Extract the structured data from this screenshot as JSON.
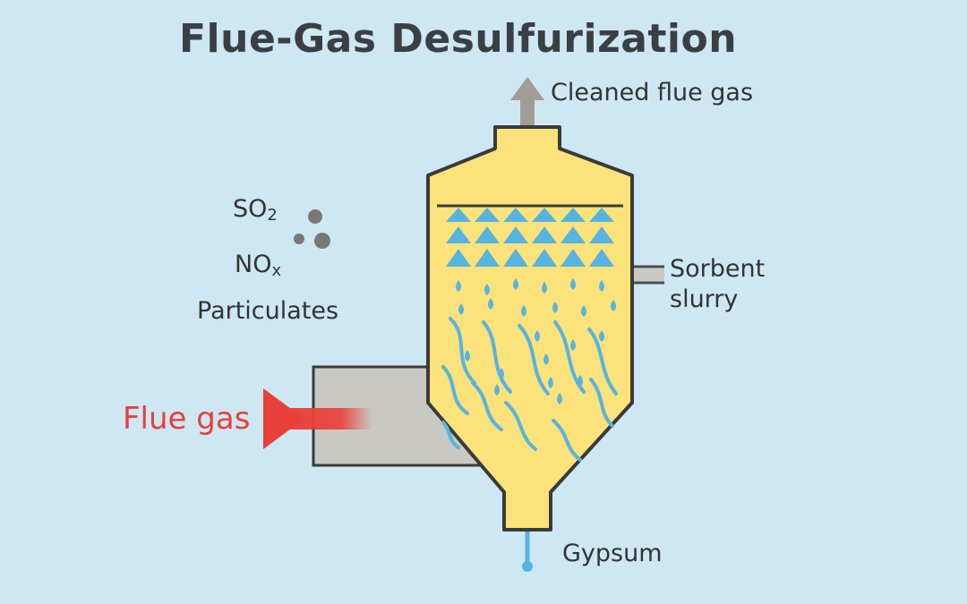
{
  "title": "Flue-Gas Desulfurization",
  "labels": {
    "cleaned_gas": "Cleaned flue gas",
    "sorbent_line1": "Sorbent",
    "sorbent_line2": "slurry",
    "gypsum": "Gypsum",
    "flue_gas": "Flue gas"
  },
  "pollutants": [
    {
      "base": "SO",
      "sub": "2"
    },
    {
      "base": "NO",
      "sub": "x"
    },
    {
      "base": "Particulates",
      "sub": ""
    }
  ],
  "colors": {
    "background": "#cde8f3",
    "vessel_fill": "#fbe27a",
    "vessel_stroke": "#3a3a3a",
    "inlet_duct": "#c9c8c2",
    "spray": "#56b4e0",
    "flue_gas": "#e8403a",
    "exhaust_arrow": "#a39c96",
    "pollutant_dots": "#7a7775"
  }
}
